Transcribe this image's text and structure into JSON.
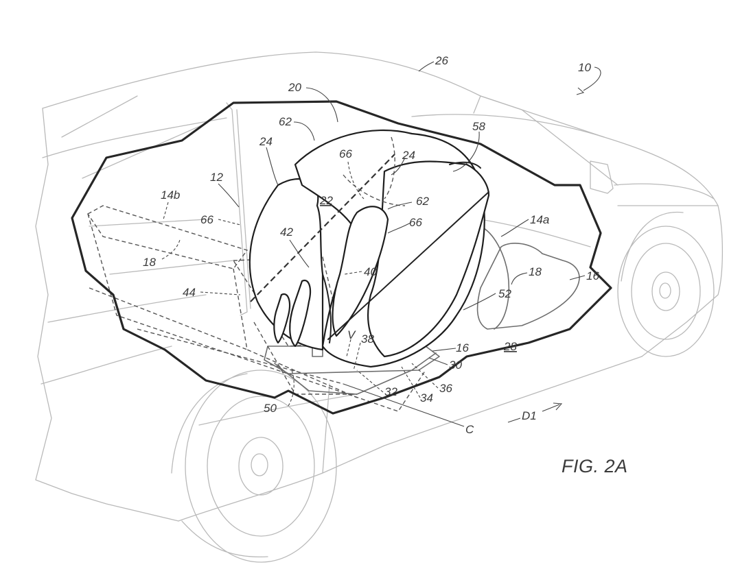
{
  "figure": {
    "label": "FIG. 2A"
  },
  "reference_numerals": {
    "r10": "10",
    "r12": "12",
    "r14a": "14a",
    "r14b": "14b",
    "r16a": "16",
    "r16b": "16",
    "r18a": "18",
    "r18b": "18",
    "r20": "20",
    "r22": "22",
    "r24a": "24",
    "r24b": "24",
    "r26": "26",
    "r28": "28",
    "r30": "30",
    "r32": "32",
    "r34": "34",
    "r36": "36",
    "r38": "38",
    "r40": "40",
    "r42": "42",
    "r44": "44",
    "r50": "50",
    "r52": "52",
    "r58": "58",
    "r62a": "62",
    "r62b": "62",
    "r66a": "66",
    "r66b": "66",
    "r66c": "66",
    "rC": "C",
    "rV": "V",
    "rD1": "D1"
  }
}
